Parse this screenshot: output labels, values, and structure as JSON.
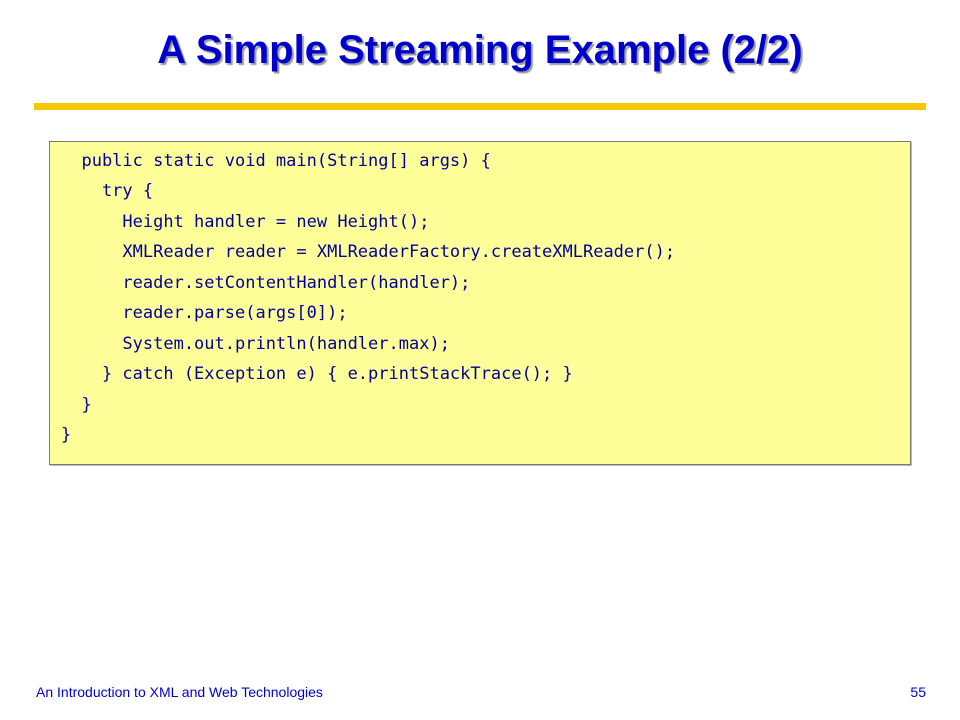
{
  "slide": {
    "title": "A Simple Streaming Example (2/2)",
    "code_lines": [
      "  public static void main(String[] args) {",
      "    try {",
      "      Height handler = new Height();",
      "      XMLReader reader = XMLReaderFactory.createXMLReader();",
      "      reader.setContentHandler(handler);",
      "      reader.parse(args[0]);",
      "      System.out.println(handler.max);",
      "    } catch (Exception e) { e.printStackTrace(); }",
      "  }",
      "}"
    ],
    "footer_text": "An Introduction to XML and Web Technologies",
    "page_number": "55"
  },
  "colors": {
    "title": "#0000cc",
    "rule": "#f5c800",
    "code_background": "#ffff99",
    "code_text": "#000099"
  }
}
